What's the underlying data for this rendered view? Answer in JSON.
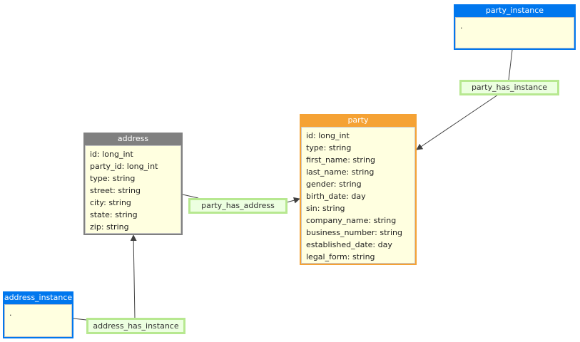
{
  "entities": {
    "party_instance": {
      "title": "party_instance",
      "fields": [
        "."
      ]
    },
    "party": {
      "title": "party",
      "fields": [
        "id: long_int",
        "type: string",
        "first_name: string",
        "last_name: string",
        "gender: string",
        "birth_date: day",
        "sin: string",
        "company_name: string",
        "business_number: string",
        "established_date: day",
        "legal_form: string"
      ]
    },
    "address": {
      "title": "address",
      "fields": [
        "id: long_int",
        "party_id: long_int",
        "type: string",
        "street: string",
        "city: string",
        "state: string",
        "zip: string"
      ]
    },
    "address_instance": {
      "title": "address_instance",
      "fields": [
        "."
      ]
    }
  },
  "relationships": {
    "party_has_instance": "party_has_instance",
    "party_has_address": "party_has_address",
    "address_has_instance": "address_has_instance"
  },
  "colors": {
    "instance_header": "#0077ee",
    "address_header": "#808080",
    "party_header": "#f5a234",
    "entity_body": "#ffffe0",
    "relationship_fill": "#ecffe0",
    "relationship_border": "#b7e890"
  }
}
